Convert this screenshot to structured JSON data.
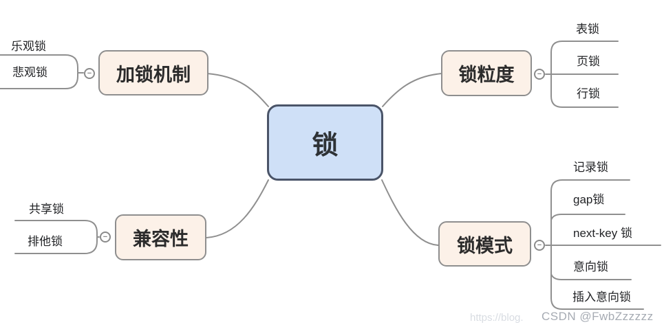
{
  "root": {
    "label": "锁"
  },
  "branches": [
    {
      "id": "locking-mechanism",
      "label": "加锁机制",
      "children": [
        "乐观锁",
        "悲观锁"
      ]
    },
    {
      "id": "lock-granularity",
      "label": "锁粒度",
      "children": [
        "表锁",
        "页锁",
        "行锁"
      ]
    },
    {
      "id": "compatibility",
      "label": "兼容性",
      "children": [
        "共享锁",
        "排他锁"
      ]
    },
    {
      "id": "lock-mode",
      "label": "锁模式",
      "children": [
        "记录锁",
        "gap锁",
        "next-key 锁",
        "意向锁",
        "插入意向锁"
      ]
    }
  ],
  "collapse_icon": "−",
  "watermark": {
    "url_fragment": "https://blog.",
    "handle": "CSDN @FwbZzzzzz"
  },
  "colors": {
    "root_fill": "#cfe0f7",
    "root_border": "#4a5468",
    "branch_fill": "#fcf1e8",
    "branch_border": "#8e8e8e",
    "connector": "#8f8f8f",
    "text": "#2b2b2b",
    "watermark_light": "#d8dce2",
    "watermark_dark": "#a6abb3"
  }
}
